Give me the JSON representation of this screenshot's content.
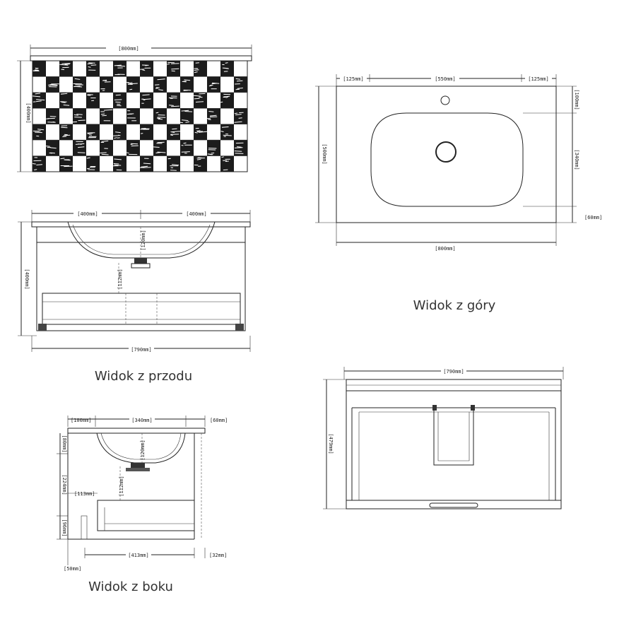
{
  "front_pattern": {
    "top_width": "[800mm]",
    "height": "[400mm]"
  },
  "top_view": {
    "caption": "Widok z góry",
    "d_left": "[125mm]",
    "d_mid": "[550mm]",
    "d_right": "[125mm]",
    "d_r1": "[100mm]",
    "d_r2": "[340mm]",
    "d_r3": "[60mm]",
    "d_height": "[500mm]",
    "d_width": "[800mm]"
  },
  "front_view": {
    "caption": "Widok z przodu",
    "d_top_left": "[400mm]",
    "d_top_right": "[400mm]",
    "d_height": "[400mm]",
    "d_bottom": "[790mm]",
    "d_basin": "[120mm]",
    "d_drain": "[112mm]"
  },
  "side_view": {
    "caption": "Widok z boku",
    "d_top1": "[100mm]",
    "d_top2": "[340mm]",
    "d_top3": "[60mm]",
    "d_left1": "[80mm]",
    "d_left2": "[224mm]",
    "d_left3": "[96mm]",
    "d_inner1": "[113mm]",
    "d_basin": "[120mm]",
    "d_drain": "[112mm]",
    "d_bottom": "[413mm]",
    "d_bottom_r": "[32mm]",
    "d_bottom_l": "[50mm]"
  },
  "back_view": {
    "d_top": "[790mm]",
    "d_height": "[479mm]"
  }
}
